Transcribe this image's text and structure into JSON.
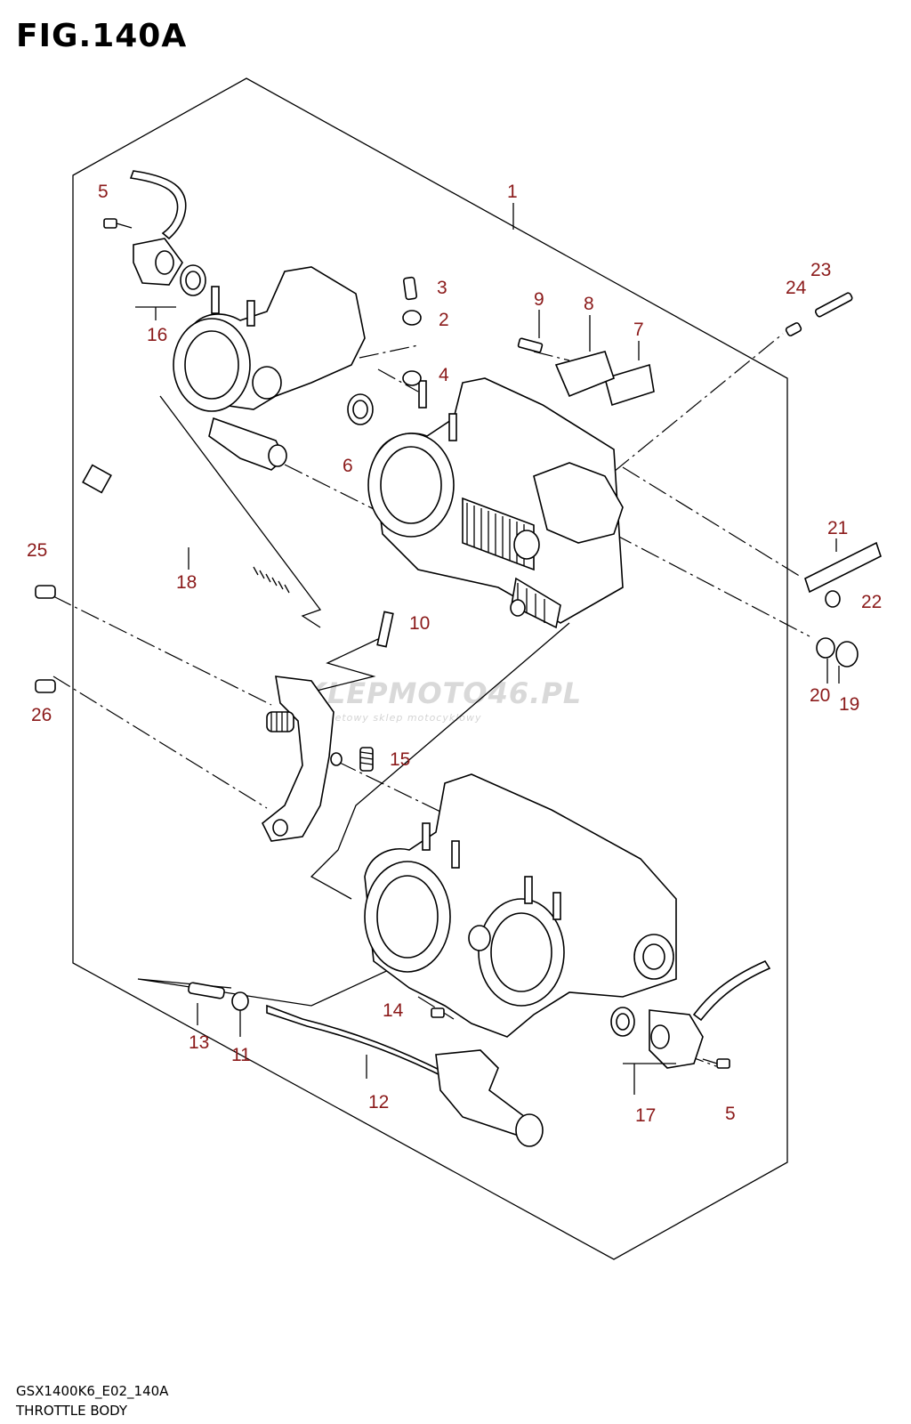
{
  "title": "FIG.140A",
  "footer": {
    "model_code": "GSX1400K6_E02_140A",
    "figure_name": "THROTTLE BODY"
  },
  "watermark": {
    "brand": "SKLEPMOTO46.PL",
    "tagline": "internetowy sklep motocyklowy"
  },
  "colors": {
    "callout": "#8b1a1a",
    "line": "#000000",
    "watermark": "#d9d9d9"
  },
  "callouts": [
    {
      "id": "c1",
      "text": "1"
    },
    {
      "id": "c2",
      "text": "2"
    },
    {
      "id": "c3",
      "text": "3"
    },
    {
      "id": "c4",
      "text": "4"
    },
    {
      "id": "c5a",
      "text": "5"
    },
    {
      "id": "c5b",
      "text": "5"
    },
    {
      "id": "c6",
      "text": "6"
    },
    {
      "id": "c7",
      "text": "7"
    },
    {
      "id": "c8",
      "text": "8"
    },
    {
      "id": "c9",
      "text": "9"
    },
    {
      "id": "c10",
      "text": "10"
    },
    {
      "id": "c11",
      "text": "11"
    },
    {
      "id": "c12",
      "text": "12"
    },
    {
      "id": "c13",
      "text": "13"
    },
    {
      "id": "c14",
      "text": "14"
    },
    {
      "id": "c15",
      "text": "15"
    },
    {
      "id": "c16",
      "text": "16"
    },
    {
      "id": "c17",
      "text": "17"
    },
    {
      "id": "c18",
      "text": "18"
    },
    {
      "id": "c19",
      "text": "19"
    },
    {
      "id": "c20",
      "text": "20"
    },
    {
      "id": "c21",
      "text": "21"
    },
    {
      "id": "c22",
      "text": "22"
    },
    {
      "id": "c23",
      "text": "23"
    },
    {
      "id": "c24",
      "text": "24"
    },
    {
      "id": "c25",
      "text": "25"
    },
    {
      "id": "c26",
      "text": "26"
    }
  ]
}
